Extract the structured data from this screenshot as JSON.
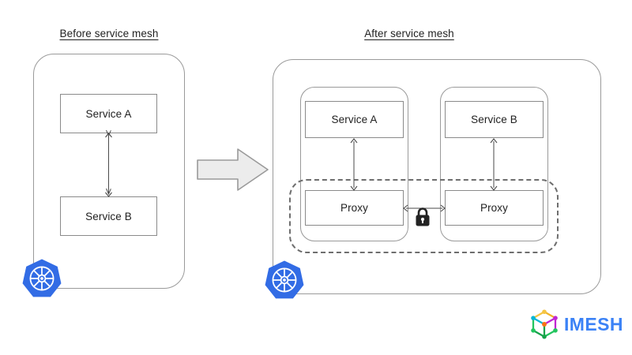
{
  "diagram": {
    "title_left": "Before service mesh",
    "title_right": "After service mesh",
    "colors": {
      "box_stroke": "#8a8a8a",
      "cluster_stroke": "#9a9a9a",
      "dashed_stroke": "#6e6e6e",
      "arrow_fill": "#ececec",
      "arrow_stroke": "#9a9a9a",
      "kubernetes_blue": "#326ce5",
      "brand_blue": "#3b82f6",
      "lock_black": "#232323",
      "text": "#1f1f1f"
    }
  },
  "before": {
    "cluster_label": "kubernetes-cluster",
    "service_a": "Service A",
    "service_b": "Service B",
    "connection": "bidirectional-arrow"
  },
  "transition": {
    "arrow": "right-arrow"
  },
  "after": {
    "cluster_label": "kubernetes-cluster",
    "pod_a": {
      "service": "Service A",
      "proxy": "Proxy"
    },
    "pod_b": {
      "service": "Service B",
      "proxy": "Proxy"
    },
    "mesh_zone": "service-mesh-data-plane",
    "secure_link": "mtls-lock"
  },
  "brand": {
    "name": "IMESH",
    "mark": "imesh-cube-icon"
  },
  "icons": {
    "kubernetes": "kubernetes-icon",
    "lock": "lock-icon",
    "transition_arrow": "arrow-right-icon"
  }
}
